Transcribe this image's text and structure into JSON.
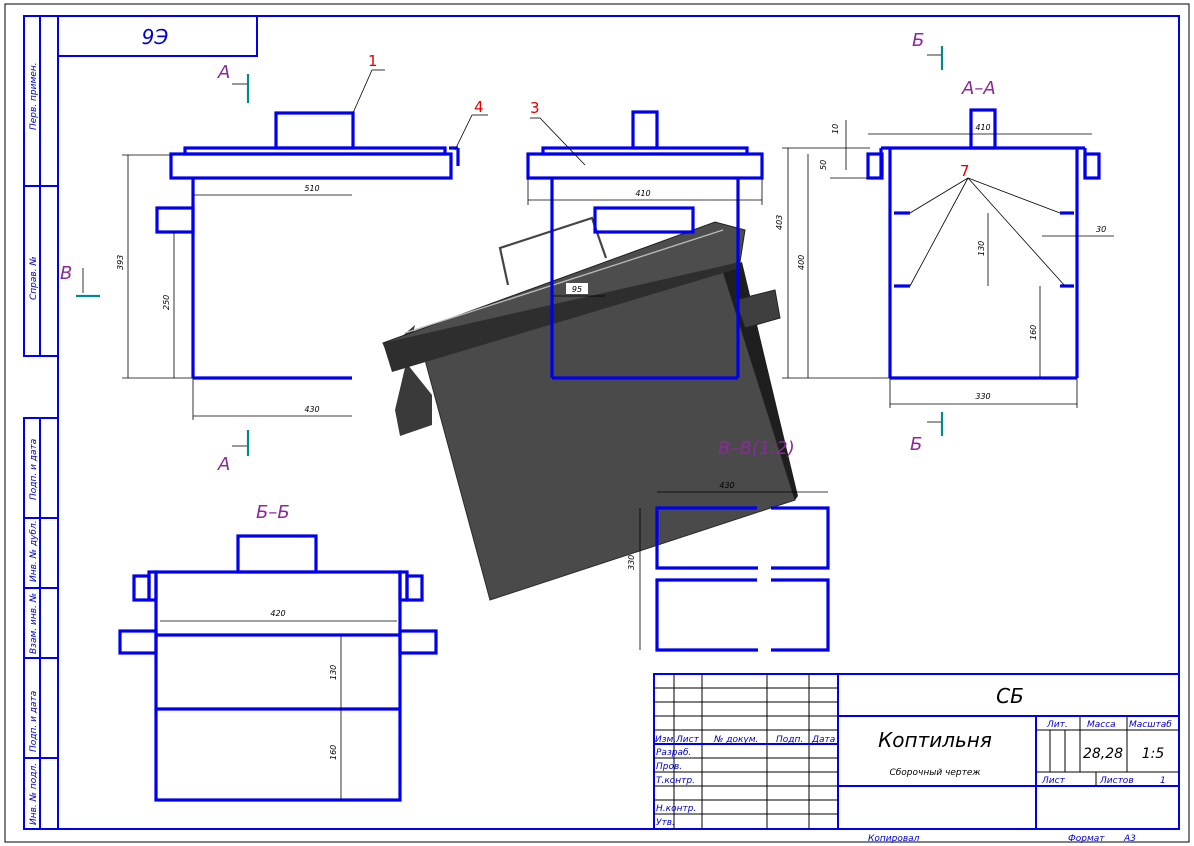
{
  "stamp_top": "9Э",
  "side_labels": [
    "Перв. примен.",
    "Справ. №",
    "Подп. и дата",
    "Инв. № дубл.",
    "Взам. инв. №",
    "Подп. и дата",
    "Инв. № подл."
  ],
  "view_labels": {
    "A_top": "А",
    "A_bottom": "А",
    "B_left": "В",
    "B_top": "Б",
    "B_bottom": "Б",
    "section_AA": "А–А",
    "section_BB": "Б–Б",
    "section_VV": "В–В(1:2)"
  },
  "callouts": [
    "1",
    "4",
    "3",
    "7"
  ],
  "dims": {
    "front_510": "510",
    "front_430": "430",
    "front_393": "393",
    "front_250": "250",
    "side_410": "410",
    "side_95": "95",
    "aa_410": "410",
    "aa_403": "403",
    "aa_400": "400",
    "aa_10": "10",
    "aa_50": "50",
    "aa_130": "130",
    "aa_30": "30",
    "aa_160": "160",
    "aa_330": "330",
    "bb_420": "420",
    "bb_130": "130",
    "bb_160": "160",
    "vv_430": "430",
    "vv_330": "330"
  },
  "title_block": {
    "doc_code": "СБ",
    "name": "Коптильня",
    "doc_type": "Сборочный чертеж",
    "h_izm": "Изм.",
    "h_list": "Лист",
    "h_dokum": "№ докум.",
    "h_podp": "Подп.",
    "h_data": "Дата",
    "roles": [
      "Разраб.",
      "Пров.",
      "Т.контр.",
      "Н.контр.",
      "Утв."
    ],
    "h_lit": "Лит.",
    "h_massa": "Масса",
    "h_masshtab": "Масштаб",
    "massa": "28,28",
    "masshtab": "1:5",
    "list_label": "Лист",
    "listov_label": "Листов",
    "listov": "1",
    "kopiroval": "Копировал",
    "format_label": "Формат",
    "format": "А3"
  },
  "colors": {
    "frame": "#0000ee",
    "label": "#8b2a9b",
    "callout": "#e00000",
    "cutmark": "#008b8b",
    "model": "#4a4a4a"
  }
}
